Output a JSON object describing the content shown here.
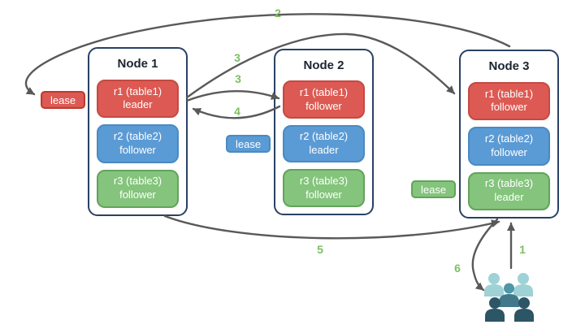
{
  "diagram": {
    "nodes": [
      {
        "title": "Node 1",
        "replicas": [
          {
            "name": "r1 (table1)",
            "role": "leader",
            "variant": "red"
          },
          {
            "name": "r2 (table2)",
            "role": "follower",
            "variant": "blue"
          },
          {
            "name": "r3 (table3)",
            "role": "follower",
            "variant": "green"
          }
        ]
      },
      {
        "title": "Node 2",
        "replicas": [
          {
            "name": "r1 (table1)",
            "role": "follower",
            "variant": "red"
          },
          {
            "name": "r2 (table2)",
            "role": "leader",
            "variant": "blue"
          },
          {
            "name": "r3 (table3)",
            "role": "follower",
            "variant": "green"
          }
        ]
      },
      {
        "title": "Node 3",
        "replicas": [
          {
            "name": "r1 (table1)",
            "role": "follower",
            "variant": "red"
          },
          {
            "name": "r2 (table2)",
            "role": "follower",
            "variant": "blue"
          },
          {
            "name": "r3 (table3)",
            "role": "leader",
            "variant": "green"
          }
        ]
      }
    ],
    "leases": [
      {
        "label": "lease",
        "variant": "red"
      },
      {
        "label": "lease",
        "variant": "blue"
      },
      {
        "label": "lease",
        "variant": "green"
      }
    ],
    "arrows": [
      {
        "label": "1",
        "from": "clients",
        "to": "node3-bottom"
      },
      {
        "label": "2",
        "from": "node3-top",
        "to": "red-lease-at-node1"
      },
      {
        "label": "3",
        "from": "node1-r1-leader",
        "to": "node3-r1-follower"
      },
      {
        "label": "3",
        "from": "node1-r1-leader",
        "to": "node2-r1-follower"
      },
      {
        "label": "4",
        "from": "node2-r1-follower",
        "to": "node1-r1-leader"
      },
      {
        "label": "5",
        "from": "node1-bottom",
        "to": "node3-bottom"
      },
      {
        "label": "6",
        "from": "node3-bottom",
        "to": "clients"
      }
    ]
  },
  "colors": {
    "red_fill": "#DC5A53",
    "red_border": "#C44A43",
    "blue_fill": "#5B9BD5",
    "blue_border": "#4A8AC2",
    "green_fill": "#84C47C",
    "green_border": "#63A35B",
    "lease_red_border": "#C0392B",
    "node_border": "#2A4164",
    "arrow": "#595959",
    "step_label": "#7DBF63",
    "people_light": "#9ED2D6",
    "people_mid": "#4F96A6",
    "people_mid_dark": "#41798A",
    "people_dark": "#2C5565"
  }
}
